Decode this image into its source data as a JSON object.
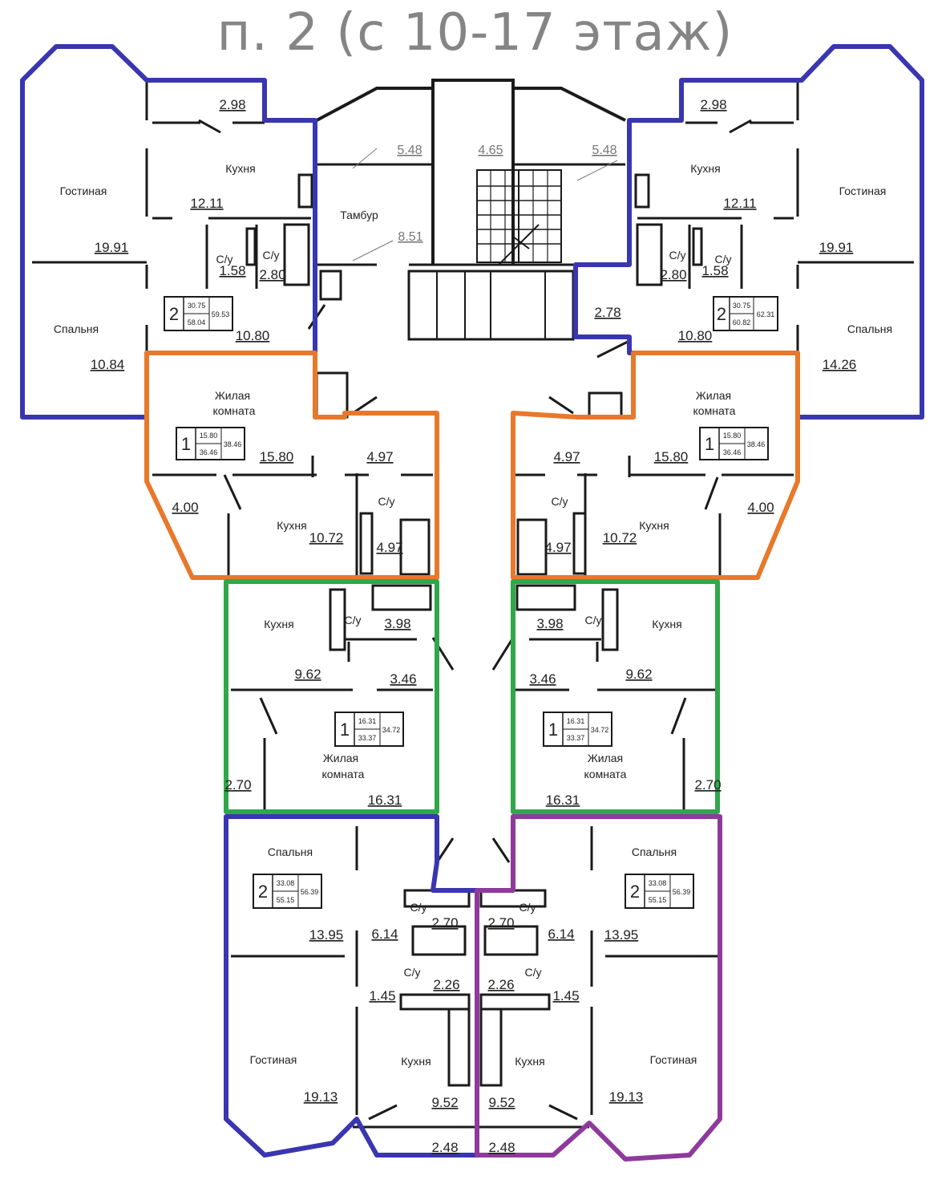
{
  "title": "п. 2 (с 10-17 этаж)",
  "colors": {
    "blue": "#3a36b0",
    "orange": "#e8782a",
    "green": "#2fa84a",
    "purple": "#8e3a9c",
    "wall": "#1a1a1a"
  },
  "core": {
    "tambur": "Тамбур",
    "a1": "5.48",
    "a2": "4.65",
    "a3": "5.48",
    "a4": "8.51",
    "a5": "2.78"
  },
  "apartments": [
    {
      "id": "tl",
      "rooms": "2",
      "living": "30.75",
      "total": "58.04",
      "total2": "59.53",
      "labels": {
        "kitchen": "Кухня",
        "living": "Гостиная",
        "bed": "Спальня",
        "wc1": "С/у",
        "wc2": "С/у"
      },
      "areas": {
        "a1": "2.98",
        "a2": "12.11",
        "a3": "19.91",
        "a4": "1.58",
        "a5": "2.80",
        "a6": "10.80",
        "a7": "10.84"
      }
    },
    {
      "id": "tr",
      "rooms": "2",
      "living": "30.75",
      "total": "60.82",
      "total2": "62.31",
      "labels": {
        "kitchen": "Кухня",
        "living": "Гостиная",
        "bed": "Спальня",
        "wc1": "С/у",
        "wc2": "С/у"
      },
      "areas": {
        "a1": "2.98",
        "a2": "12.11",
        "a3": "19.91",
        "a4": "1.58",
        "a5": "2.80",
        "a6": "10.80",
        "a7": "14.26"
      }
    },
    {
      "id": "ol",
      "rooms": "1",
      "living": "15.80",
      "total": "36.46",
      "total2": "38.46",
      "labels": {
        "room": "Жилая",
        "room2": "комната",
        "kitchen": "Кухня",
        "wc": "С/у"
      },
      "areas": {
        "a1": "15.80",
        "a2": "4.97",
        "a3": "4.00",
        "a4": "10.72",
        "a5": "4.97"
      }
    },
    {
      "id": "or",
      "rooms": "1",
      "living": "15.80",
      "total": "36.46",
      "total2": "38.46",
      "labels": {
        "room": "Жилая",
        "room2": "комната",
        "kitchen": "Кухня",
        "wc": "С/у"
      },
      "areas": {
        "a1": "15.80",
        "a2": "4.97",
        "a3": "4.00",
        "a4": "10.72",
        "a5": "4.97"
      }
    },
    {
      "id": "gl",
      "rooms": "1",
      "living": "16.31",
      "total": "33.37",
      "total2": "34.72",
      "labels": {
        "room": "Жилая",
        "room2": "комната",
        "kitchen": "Кухня",
        "wc": "С/у"
      },
      "areas": {
        "a1": "3.98",
        "a2": "9.62",
        "a3": "3.46",
        "a4": "2.70",
        "a5": "16.31"
      }
    },
    {
      "id": "gr",
      "rooms": "1",
      "living": "16.31",
      "total": "33.37",
      "total2": "34.72",
      "labels": {
        "room": "Жилая",
        "room2": "комната",
        "kitchen": "Кухня",
        "wc": "С/у"
      },
      "areas": {
        "a1": "3.98",
        "a2": "9.62",
        "a3": "3.46",
        "a4": "2.70",
        "a5": "16.31"
      }
    },
    {
      "id": "bl",
      "rooms": "2",
      "living": "33.08",
      "total": "55.15",
      "total2": "56.39",
      "labels": {
        "bed": "Спальня",
        "living": "Гостиная",
        "kitchen": "Кухня",
        "wc1": "С/у",
        "wc2": "С/у"
      },
      "areas": {
        "a1": "13.95",
        "a2": "6.14",
        "a3": "2.70",
        "a4": "2.26",
        "a5": "1.45",
        "a6": "19.13",
        "a7": "9.52",
        "a8": "2.48"
      }
    },
    {
      "id": "br",
      "rooms": "2",
      "living": "33.08",
      "total": "55.15",
      "total2": "56.39",
      "labels": {
        "bed": "Спальня",
        "living": "Гостиная",
        "kitchen": "Кухня",
        "wc1": "С/у",
        "wc2": "С/у"
      },
      "areas": {
        "a1": "13.95",
        "a2": "6.14",
        "a3": "2.70",
        "a4": "2.26",
        "a5": "1.45",
        "a6": "19.13",
        "a7": "9.52",
        "a8": "2.48"
      }
    }
  ]
}
